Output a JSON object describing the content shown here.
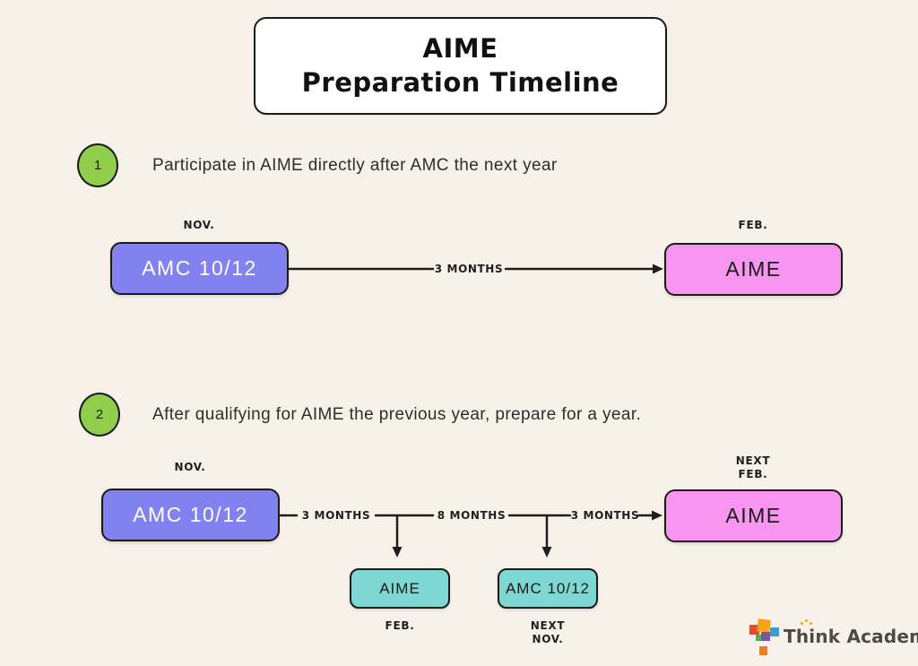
{
  "title": {
    "line1": "AIME",
    "line2": "Preparation Timeline"
  },
  "steps": [
    {
      "number": "1",
      "text": "Participate in AIME directly after AMC the next year"
    },
    {
      "number": "2",
      "text": "After qualifying for AIME the previous year, prepare for a year."
    }
  ],
  "diagram1": {
    "start_month": "NOV.",
    "start_box": "AMC 10/12",
    "duration": "3 MONTHS",
    "end_month": "FEB.",
    "end_box": "AIME"
  },
  "diagram2": {
    "start_month": "NOV.",
    "start_box": "AMC 10/12",
    "duration1": "3 MONTHS",
    "duration2": "8 MONTHS",
    "duration3": "3 MONTHS",
    "end_month": "NEXT\nFEB.",
    "end_box": "AIME",
    "branch1": {
      "box": "AIME",
      "month": "FEB."
    },
    "branch2": {
      "box": "AMC 10/12",
      "month": "NEXT\nNOV."
    }
  },
  "logo": {
    "text": "Think Academy"
  },
  "colors": {
    "background": "#f7f1e9",
    "purple_box": "#8181ef",
    "pink_box": "#f895f1",
    "teal_box": "#7ed7d3",
    "green_circle": "#90ce4b",
    "line": "#1e1e1e"
  }
}
